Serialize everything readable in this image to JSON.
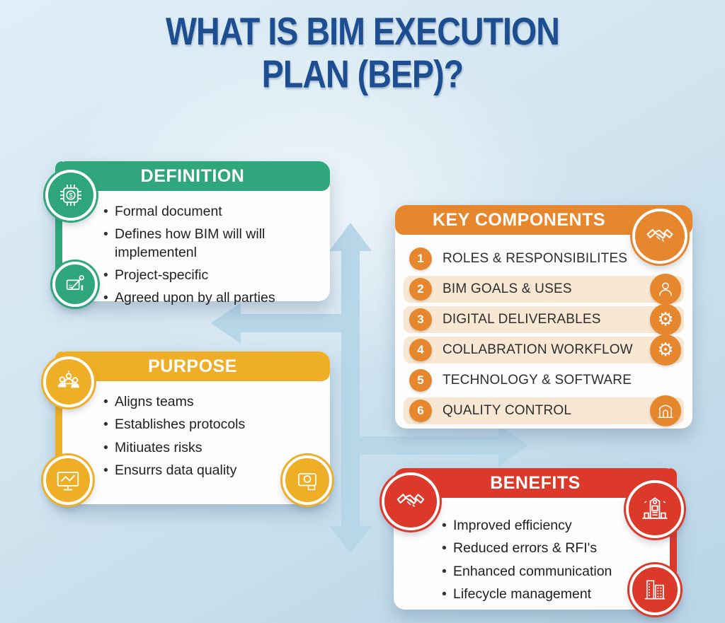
{
  "title": {
    "line1": "WHAT IS BIM EXECUTION",
    "line2": "PLAN (BEP)?"
  },
  "definition": {
    "header": "DEFINITION",
    "bullets": [
      "Formal document",
      "Defines how BIM will will implementenl",
      "Project-specific",
      "Agreed upon by all parties"
    ]
  },
  "purpose": {
    "header": "PURPOSE",
    "bullets": [
      "Aligns teams",
      "Establishes protocols",
      "Mitiuates risks",
      "Ensurrs data quality"
    ]
  },
  "key_components": {
    "header": "KEY COMPONENTS",
    "items": [
      {
        "num": "1",
        "label": "ROLES & RESPONSIBILITES"
      },
      {
        "num": "2",
        "label": "BIM GOALS & USES"
      },
      {
        "num": "3",
        "label": "DIGITAL DELIVERABLES"
      },
      {
        "num": "4",
        "label": "COLLABRATION WORKFLOW"
      },
      {
        "num": "5",
        "label": "TECHNOLOGY & SOFTWARE"
      },
      {
        "num": "6",
        "label": "QUALITY CONTROL"
      }
    ]
  },
  "benefits": {
    "header": "BENEFITS",
    "bullets": [
      "Improved efficiency",
      "Reduced errors & RFI's",
      "Enhanced communication",
      "Lifecycle management"
    ]
  },
  "icons": {
    "gear_glyph": "⚙"
  },
  "colors": {
    "title_blue": "#1d4e91",
    "definition_green": "#2fa67c",
    "purpose_yellow": "#eeae25",
    "components_orange": "#e7872d",
    "benefits_red": "#dc392b",
    "arrow_blue": "#b7d7e8",
    "row_beige": "#f8e8d3"
  }
}
